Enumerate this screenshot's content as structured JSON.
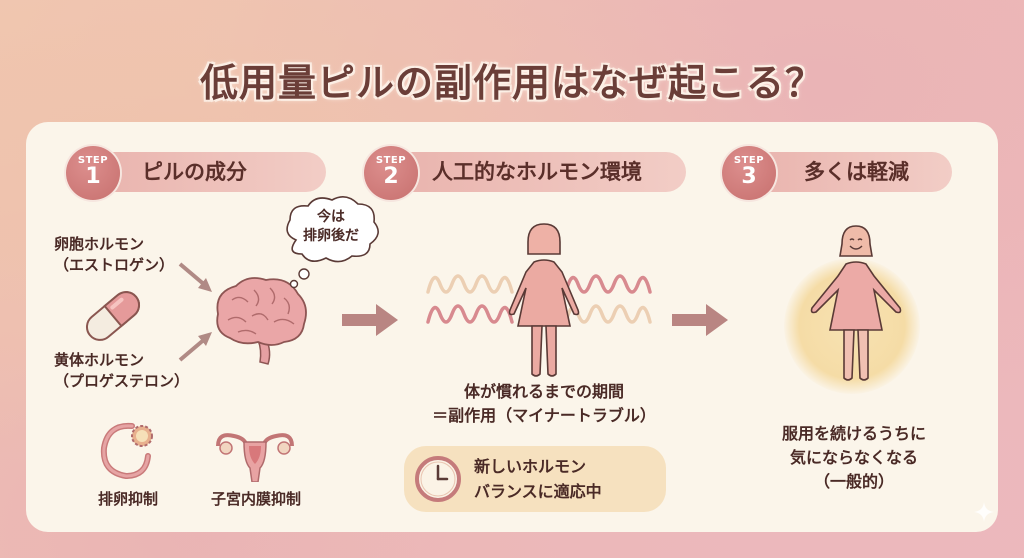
{
  "title": "低用量ピルの副作用はなぜ起こる？",
  "colors": {
    "title_text": "#6b3e38",
    "card_bg": "#fbf5ea",
    "badge": "#cf7b79",
    "pill_label_bg": "#eebfb8",
    "body_text": "#4a2a26",
    "arrow": "#b98582",
    "clock_box_bg": "#f6e1bf",
    "glow_yellow": "#f6deae"
  },
  "steps": [
    {
      "badge_label": "STEP",
      "number": "1",
      "heading": "ピルの成分",
      "hormones": [
        {
          "name": "卵胞ホルモン",
          "sub": "（エストロゲン）"
        },
        {
          "name": "黄体ホルモン",
          "sub": "（プロゲステロン）"
        }
      ],
      "thought_bubble": {
        "line1": "今は",
        "line2": "排卵後だ"
      },
      "effects": [
        {
          "label": "排卵抑制",
          "icon": "ovary-icon"
        },
        {
          "label": "子宮内膜抑制",
          "icon": "uterus-icon"
        }
      ]
    },
    {
      "badge_label": "STEP",
      "number": "2",
      "heading": "人工的なホルモン環境",
      "caption_line1": "体が慣れるまでの期間",
      "caption_line2": "＝副作用（マイナートラブル）",
      "clock_box": {
        "line1": "新しいホルモン",
        "line2": "バランスに適応中"
      }
    },
    {
      "badge_label": "STEP",
      "number": "3",
      "heading": "多くは軽減",
      "caption_line1": "服用を続けるうちに",
      "caption_line2": "気にならなくなる",
      "caption_line3": "（一般的）"
    }
  ]
}
